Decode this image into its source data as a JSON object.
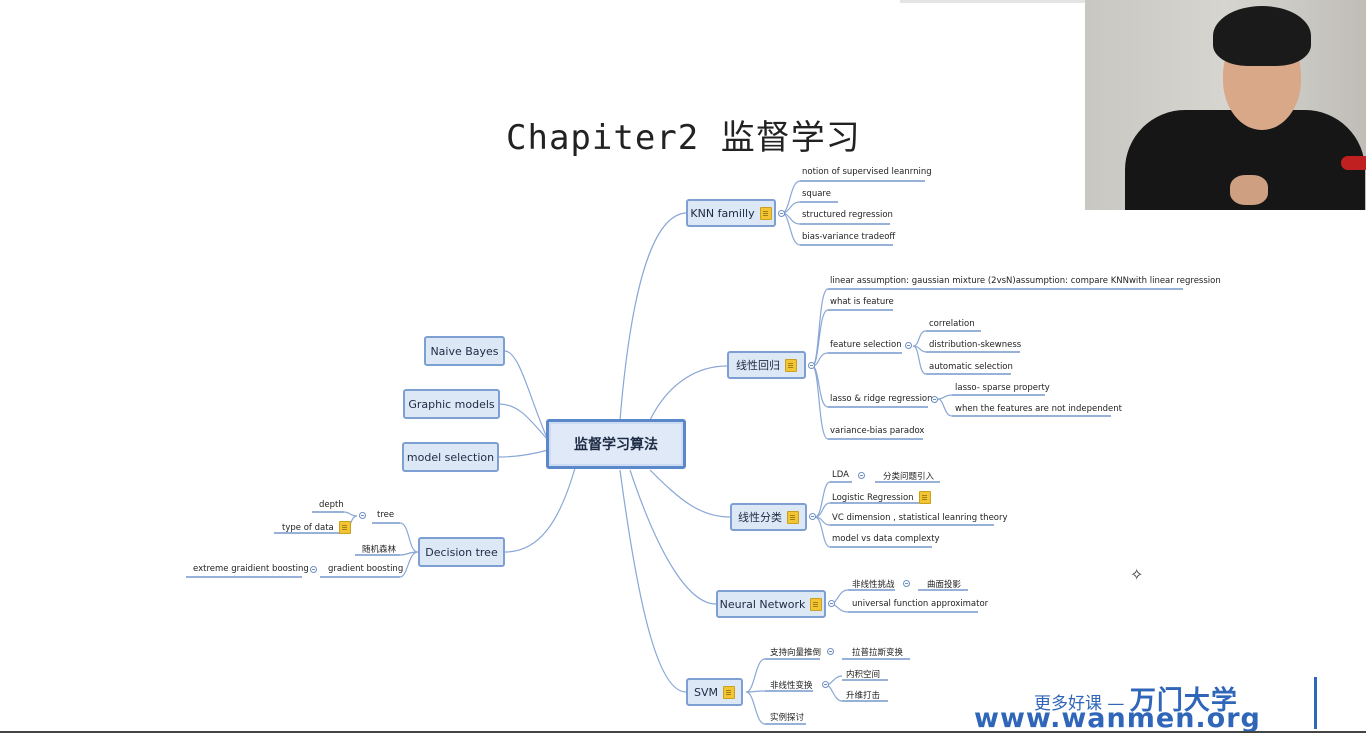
{
  "title": "Chapiter2  监督学习",
  "center": {
    "label": "监督学习算法"
  },
  "left_nodes": {
    "naive": "Naive Bayes",
    "graphic": "Graphic models",
    "model_sel": "model selection",
    "dtree": "Decision  tree"
  },
  "dtree_children": {
    "tree": "tree",
    "depth": "depth",
    "type": "type of data",
    "forest": "随机森林",
    "gb": "gradient boosting",
    "xgb": "extreme graidient boosting"
  },
  "knn": {
    "label": "KNN familly",
    "leaves": [
      "notion of supervised leanrning",
      "square",
      "structured regression",
      "bias-variance tradeoff"
    ]
  },
  "linreg": {
    "label": "线性回归",
    "leaves": {
      "l1": "linear assumption: gaussian mixture (2vsN)assumption:  compare KNNwith linear regression",
      "l2": "what is feature",
      "l3": "feature selection",
      "l3a": "correlation",
      "l3b": "distribution-skewness",
      "l3c": "automatic selection",
      "l4": "lasso & ridge regression",
      "l4a": "lasso- sparse property",
      "l4b": "when the features are not independent",
      "l5": "variance-bias paradox"
    }
  },
  "lincls": {
    "label": "线性分类",
    "leaves": {
      "c1": "LDA",
      "c1a": "分类问题引入",
      "c2": "Logistic Regression",
      "c3": "VC dimension , statistical leanring theory",
      "c4": "model vs data complexty"
    }
  },
  "nn": {
    "label": "Neural Network",
    "leaves": {
      "n1": "非线性挑战",
      "n1a": "曲面投影",
      "n2": "universal function approximator"
    }
  },
  "svm": {
    "label": "SVM",
    "leaves": {
      "s1": "支持向量推倒",
      "s1a": "拉普拉斯变换",
      "s2": "非线性变换",
      "s2a": "内积空间",
      "s2b": "升维打击",
      "s3": "实例探讨"
    }
  },
  "brand": {
    "line1_a": "更多好课 — ",
    "line1_b": "万门大学",
    "line2": "www.wanmen.org"
  },
  "colors": {
    "node_fill": "#dde8f6",
    "node_border": "#7d9fd1",
    "link": "#8aa7d6",
    "underline": "#5a82c0",
    "brand": "#2f66b9"
  }
}
